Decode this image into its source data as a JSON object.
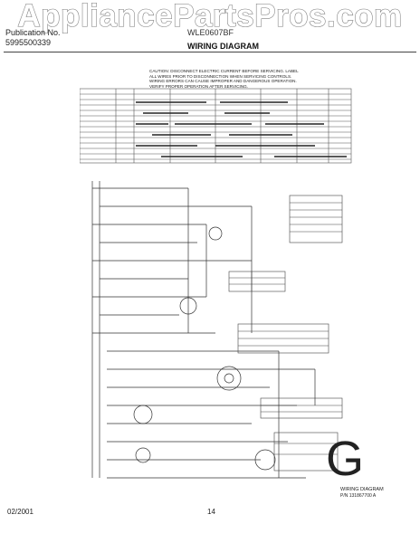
{
  "watermark": "AppliancePartsPros.com",
  "header": {
    "publication_label": "Publication No.",
    "publication_number": "5995500339",
    "model": "WLE0607BF",
    "title": "WIRING DIAGRAM"
  },
  "caution_lines": [
    "CAUTION: DISCONNECT ELECTRIC CURRENT BEFORE SERVICING. LABEL",
    "ALL WIRES PRIOR TO DISCONNECTION WHEN SERVICING CONTROLS.",
    "WIRING ERRORS CAN CAUSE IMPROPER AND DANGEROUS OPERATION.",
    "VERIFY PROPER OPERATION AFTER SERVICING."
  ],
  "diagram": {
    "stamp": "G",
    "label": "WIRING DIAGRAM",
    "part_number": "P/N 131867700 A"
  },
  "footer": {
    "date": "02/2001",
    "page": "14"
  }
}
